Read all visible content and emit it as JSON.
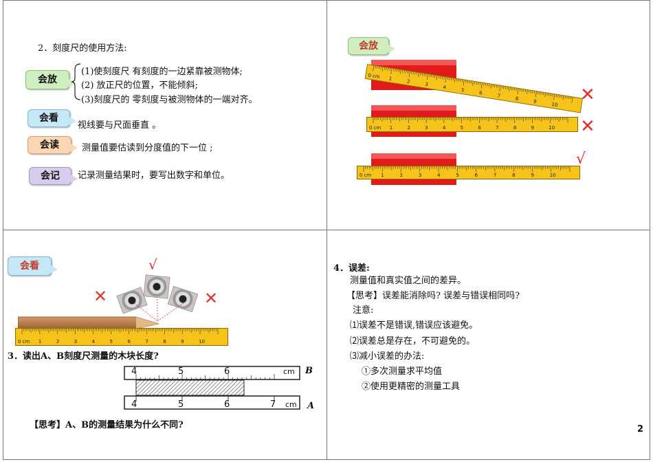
{
  "slide1": {
    "heading": "2．刻度尺的使用方法:",
    "labels": {
      "fang": "会放",
      "kan": "会看",
      "du": "会读",
      "ji": "会记"
    },
    "fang_items": [
      "(1)使刻度尺 有刻度的一边紧靠被测物体;",
      "(2) 放正尺的位置，不能倾斜;",
      "(3)刻度尺的 零刻度与被测物体的一端对齐。"
    ],
    "kan_text": "视线要与尺面垂直 。",
    "du_text": "测量值要估读到分度值的下一位 ;",
    "ji_text": "记录测量结果时，要写出数字和单位。"
  },
  "slide2": {
    "label": "会放",
    "ruler_ticks": [
      "0 cm",
      "1",
      "2",
      "3",
      "4",
      "5",
      "6",
      "7",
      "8",
      "9",
      "10"
    ],
    "marks": [
      "✕",
      "✕",
      "√"
    ]
  },
  "slide3": {
    "label": "会看",
    "ruler_ticks": [
      "0 cm",
      "1",
      "2",
      "3",
      "4",
      "5",
      "6",
      "7",
      "8",
      "9",
      "10"
    ],
    "marks": [
      "√",
      "✕",
      "✕"
    ],
    "question": "3．读出A、B刻度尺测量的木块长度?",
    "ruler_b": {
      "ticks": [
        "4",
        "5",
        "6"
      ],
      "unit": "cm",
      "name": "B"
    },
    "ruler_a": {
      "ticks": [
        "4",
        "5",
        "6",
        "7"
      ],
      "unit": "cm",
      "name": "A"
    },
    "think": "【思考】A、B的测量结果为什么不同?"
  },
  "slide4": {
    "heading": "4．误差:",
    "definition": "测量值和真实值之间的差异。",
    "think": "【思考】误差能消除吗? 误差与错误相同吗?",
    "note": "注意:",
    "items": [
      "⑴误差不是错误,错误应该避免。",
      "⑵误差总是存在，不可避免的。",
      "⑶减小误差的办法:"
    ],
    "methods": [
      "①多次测量求平均值",
      "②使用更精密的测量工具"
    ]
  },
  "page_number": "2"
}
